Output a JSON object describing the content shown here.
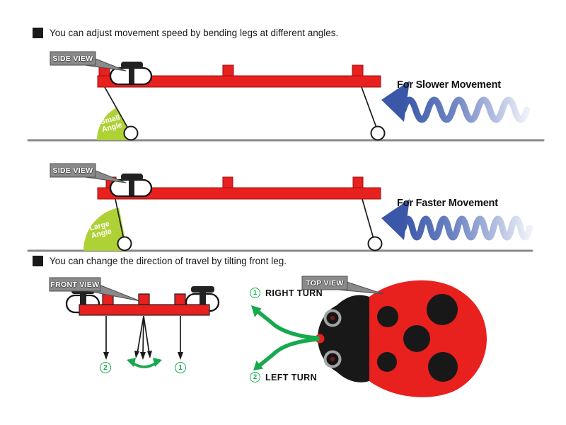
{
  "section_speed": {
    "heading": "You can adjust movement speed by bending legs at different angles.",
    "slow": {
      "view_label": "SIDE VIEW",
      "angle_line1": "Small",
      "angle_line2": "Angle",
      "movement_label": "For Slower Movement"
    },
    "fast": {
      "view_label": "SIDE VIEW",
      "angle_line1": "Large",
      "angle_line2": "Angle",
      "movement_label": "For Faster Movement"
    }
  },
  "section_direction": {
    "heading": "You can change the direction of travel by tilting front leg.",
    "front_view": {
      "view_label": "FRONT VIEW",
      "left_leg_number": "2",
      "right_leg_number": "1"
    },
    "top_view": {
      "view_label": "TOP VIEW",
      "right_turn_number": "1",
      "right_turn_label": "RIGHT TURN",
      "left_turn_number": "2",
      "left_turn_label": "LEFT TURN"
    }
  },
  "colors": {
    "body_red": "#e8201e",
    "wedge_green": "#aed136",
    "turn_green": "#17a94d",
    "wave_blue": "#3b57a8",
    "tag_gray": "#8a8a8a",
    "ground_gray": "#8a8a8a",
    "text_black": "#1a1a1a"
  }
}
